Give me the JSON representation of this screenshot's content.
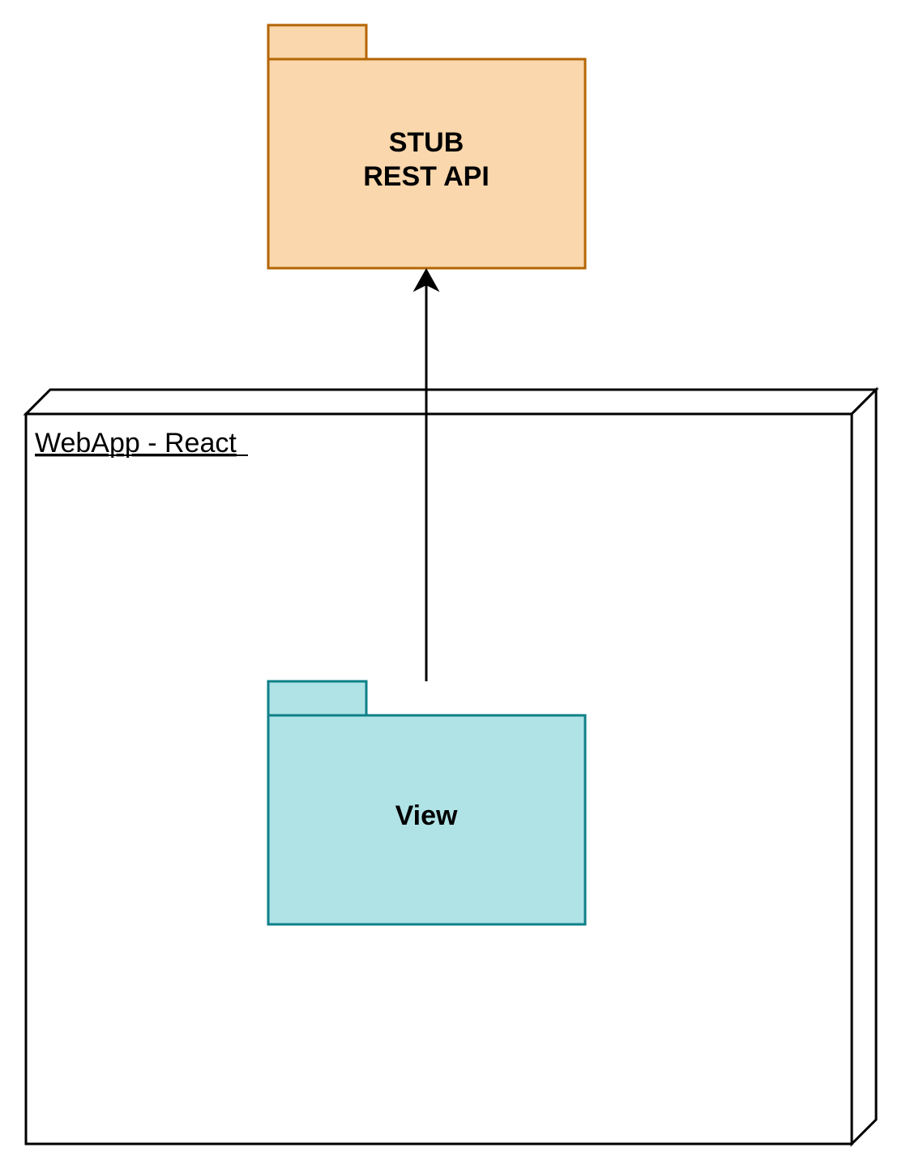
{
  "diagram": {
    "stub_package": {
      "label_line1": "STUB",
      "label_line2": "REST API",
      "fill_color": "#fad7ac",
      "stroke_color": "#b46504"
    },
    "webapp_node": {
      "label": "WebApp - React",
      "fill_color": "#ffffff",
      "stroke_color": "#000000"
    },
    "view_package": {
      "label": "View",
      "fill_color": "#b0e3e6",
      "stroke_color": "#0e8088"
    },
    "dependency_arrow": {
      "color": "#000000"
    }
  }
}
